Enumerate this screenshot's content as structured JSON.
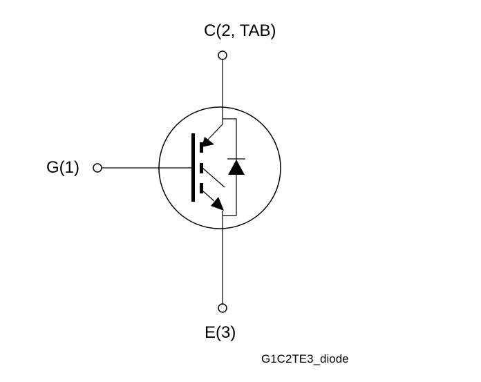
{
  "labels": {
    "collector": "C(2, TAB)",
    "gate": "G(1)",
    "emitter": "E(3)",
    "caption": "G1C2TE3_diode"
  }
}
